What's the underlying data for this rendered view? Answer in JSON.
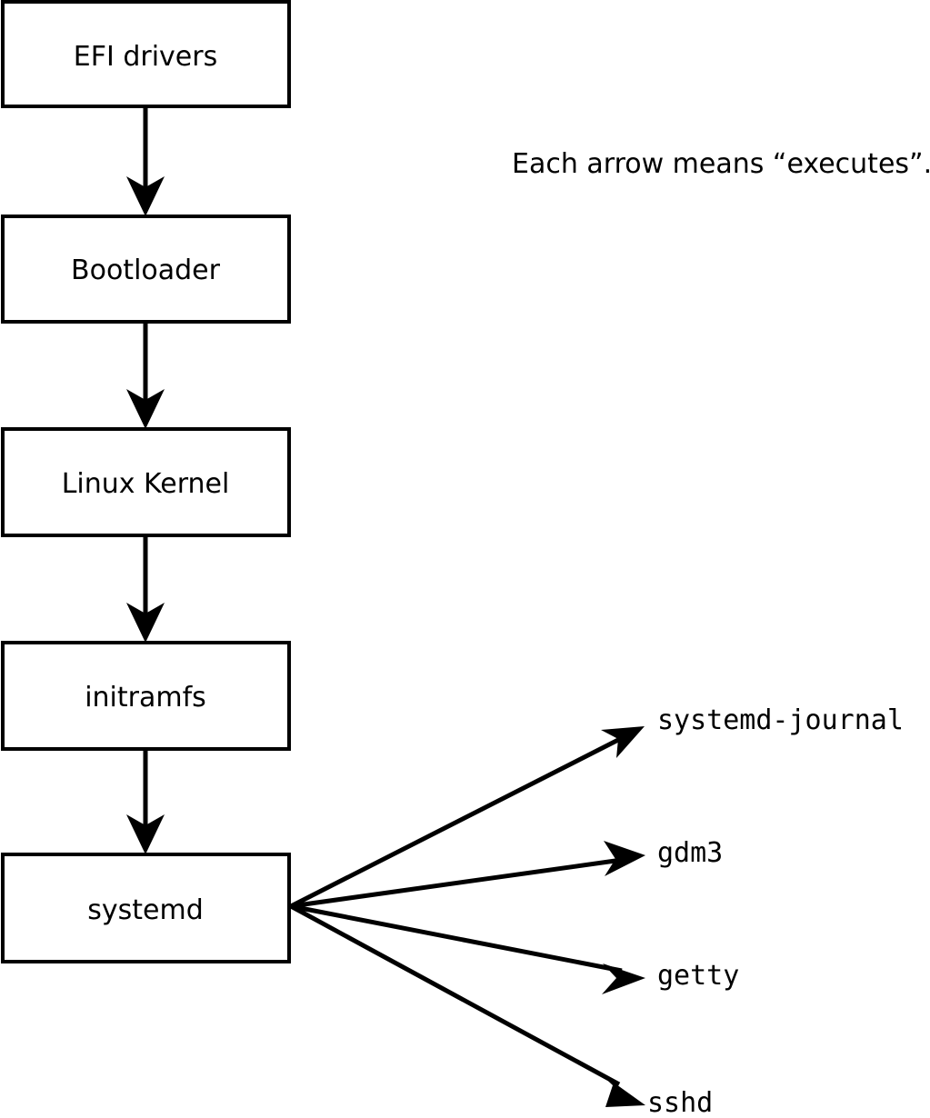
{
  "diagram": {
    "title_caption": "Each arrow means “executes”.",
    "colors": {
      "stroke": "#000000",
      "fill": "#ffffff",
      "background": "#ffffff"
    },
    "boot_chain": [
      {
        "id": "efi-drivers",
        "label": "EFI drivers"
      },
      {
        "id": "bootloader",
        "label": "Bootloader"
      },
      {
        "id": "linux-kernel",
        "label": "Linux Kernel"
      },
      {
        "id": "initramfs",
        "label": "initramfs"
      },
      {
        "id": "systemd",
        "label": "systemd"
      }
    ],
    "services": [
      {
        "id": "systemd-journal",
        "label": "systemd-journal"
      },
      {
        "id": "gdm3",
        "label": "gdm3"
      },
      {
        "id": "getty",
        "label": "getty"
      },
      {
        "id": "sshd",
        "label": "sshd"
      }
    ],
    "edges": [
      {
        "from": "EFI drivers",
        "to": "Bootloader",
        "relation": "executes"
      },
      {
        "from": "Bootloader",
        "to": "Linux Kernel",
        "relation": "executes"
      },
      {
        "from": "Linux Kernel",
        "to": "initramfs",
        "relation": "executes"
      },
      {
        "from": "initramfs",
        "to": "systemd",
        "relation": "executes"
      },
      {
        "from": "systemd",
        "to": "systemd-journal",
        "relation": "executes"
      },
      {
        "from": "systemd",
        "to": "gdm3",
        "relation": "executes"
      },
      {
        "from": "systemd",
        "to": "getty",
        "relation": "executes"
      },
      {
        "from": "systemd",
        "to": "sshd",
        "relation": "executes"
      }
    ]
  }
}
